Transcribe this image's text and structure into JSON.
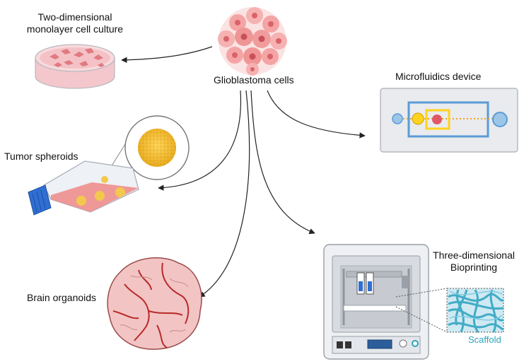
{
  "source_node": {
    "label": "Glioblastoma cells"
  },
  "models": [
    {
      "id": "monolayer",
      "label_line1": "Two-dimensional",
      "label_line2": "monolayer cell culture"
    },
    {
      "id": "spheroids",
      "label": "Tumor spheroids"
    },
    {
      "id": "organoids",
      "label": "Brain organoids"
    },
    {
      "id": "microfluidics",
      "label": "Microfluidics device"
    },
    {
      "id": "bioprinting",
      "label_line1": "Three-dimensional",
      "label_line2": "Bioprinting"
    }
  ],
  "scaffold": {
    "label": "Scaffold"
  },
  "colors": {
    "arrow": "#222222",
    "cell_pink": "#f29a9a",
    "cell_nucleus": "#d9636a",
    "spheroid_yellow": "#f2c94c",
    "flask_cap": "#2f6fd1",
    "organoid": "#f4c8c8",
    "organoid_vessel": "#b72a2a",
    "chip_blue": "#5b9bd5",
    "chip_yellow": "#ffd21f",
    "scaffold_teal": "#3aa9c4"
  }
}
